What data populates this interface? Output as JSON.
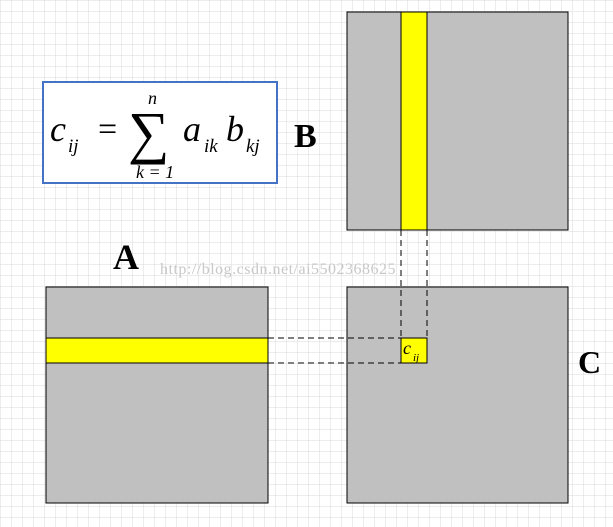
{
  "formula": {
    "c": "c",
    "c_sub": "ij",
    "eq": "=",
    "sigma": "∑",
    "upper": "n",
    "lower": "k = 1",
    "a": "a",
    "a_sub": "ik",
    "b": "b",
    "b_sub": "kj"
  },
  "labels": {
    "A": "A",
    "B": "B",
    "C": "C",
    "cell": "c",
    "cell_sub": "ij"
  },
  "watermark": "http://blog.csdn.net/ai5502368625",
  "colors": {
    "matrix_fill": "#c0c0c0",
    "highlight": "#ffff00",
    "grid_line": "#d9d9d9",
    "formula_border": "#4472c4"
  }
}
